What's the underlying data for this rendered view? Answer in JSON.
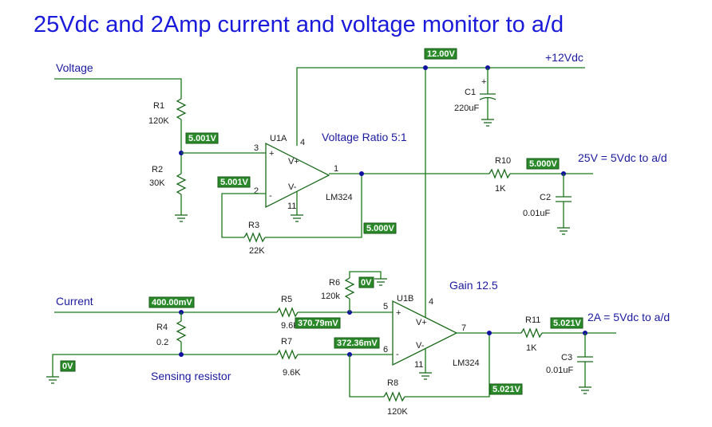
{
  "title": "25Vdc and 2Amp current and voltage monitor to a/d",
  "nets": {
    "voltage": "Voltage",
    "current": "Current",
    "supply": "+12Vdc",
    "out_voltage": "25V = 5Vdc to a/d",
    "out_current": "2A = 5Vdc to a/d",
    "ratio": "Voltage Ratio 5:1",
    "gain": "Gain 12.5",
    "sensing": "Sensing resistor"
  },
  "components": {
    "R1": {
      "ref": "R1",
      "value": "120K"
    },
    "R2": {
      "ref": "R2",
      "value": "30K"
    },
    "R3": {
      "ref": "R3",
      "value": "22K"
    },
    "R4": {
      "ref": "R4",
      "value": "0.2"
    },
    "R5": {
      "ref": "R5",
      "value": "9.6K"
    },
    "R6": {
      "ref": "R6",
      "value": "120k"
    },
    "R7": {
      "ref": "R7",
      "value": "9.6K"
    },
    "R8": {
      "ref": "R8",
      "value": "120K"
    },
    "R10": {
      "ref": "R10",
      "value": "1K"
    },
    "R11": {
      "ref": "R11",
      "value": "1K"
    },
    "C1": {
      "ref": "C1",
      "value": "220uF"
    },
    "C2": {
      "ref": "C2",
      "value": "0.01uF"
    },
    "C3": {
      "ref": "C3",
      "value": "0.01uF"
    },
    "U1A": {
      "ref": "U1A",
      "part": "LM324"
    },
    "U1B": {
      "ref": "U1B",
      "part": "LM324"
    }
  },
  "pins": {
    "u1a_3": "3",
    "u1a_2": "2",
    "u1a_1": "1",
    "u1a_4": "4",
    "u1a_11": "11",
    "u1b_5": "5",
    "u1b_6": "6",
    "u1b_7": "7",
    "u1b_4": "4",
    "u1b_11": "11",
    "plus": "+",
    "minus": "-",
    "vplus": "V+",
    "vminus": "V-",
    "cap_plus": "+"
  },
  "probes": {
    "supply": "12.00V",
    "u1a_in_plus": "5.001V",
    "u1a_in_minus": "5.001V",
    "u1a_out": "5.000V",
    "out_voltage": "5.000V",
    "r6": "0V",
    "current_in": "400.00mV",
    "ground_ref": "0V",
    "u1b_in_plus": "370.79mV",
    "u1b_in_minus": "372.36mV",
    "out_current": "5.021V",
    "u1b_out": "5.021V"
  }
}
